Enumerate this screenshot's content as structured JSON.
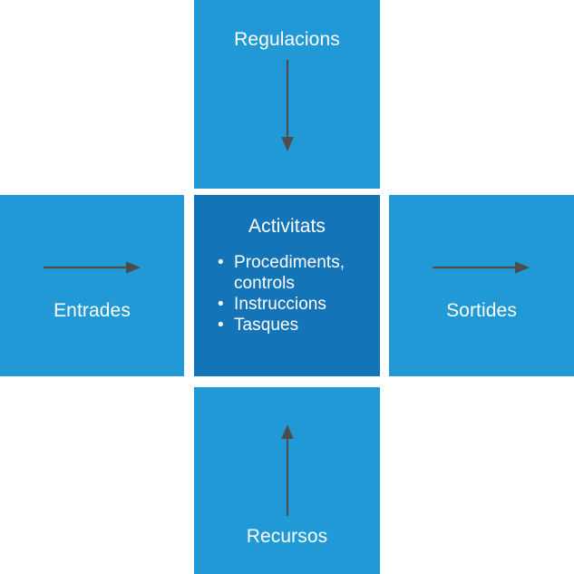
{
  "diagram": {
    "type": "process-model",
    "colors": {
      "box_light": "#2199d6",
      "box_dark": "#1374b8",
      "arrow": "#4d4d4d",
      "text": "#ffffff",
      "background": "#ffffff"
    },
    "boxes": {
      "top": {
        "label": "Regulacions",
        "arrow": "arrow-down"
      },
      "left": {
        "label": "Entrades",
        "arrow": "arrow-right"
      },
      "center": {
        "label": "Activitats",
        "bullet_glyph": "•",
        "items": [
          "Procediments, controls",
          "Instruccions",
          "Tasques"
        ]
      },
      "right": {
        "label": "Sortides",
        "arrow": "arrow-right"
      },
      "bottom": {
        "label": "Recursos",
        "arrow": "arrow-up"
      }
    }
  }
}
